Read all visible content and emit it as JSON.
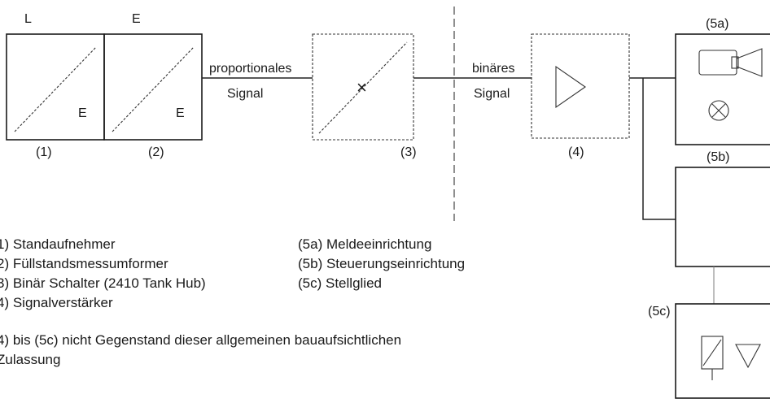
{
  "diagram": {
    "top_letters": {
      "l": "L",
      "e": "E"
    },
    "block1": {
      "output": "E",
      "number": "(1)"
    },
    "block2": {
      "output": "E",
      "number": "(2)"
    },
    "signal_proportional": {
      "line1": "proportionales",
      "line2": "Signal"
    },
    "block3": {
      "mark": "×",
      "number": "(3)"
    },
    "signal_binary": {
      "line1": "binäres",
      "line2": "Signal"
    },
    "block4": {
      "number": "(4)"
    },
    "block5a": {
      "number": "(5a)"
    },
    "block5b": {
      "number": "(5b)"
    },
    "block5c": {
      "number": "(5c)"
    }
  },
  "legend": {
    "left": [
      "1) Standaufnehmer",
      "2) Füllstandsmessumformer",
      "3) Binär Schalter (2410 Tank Hub)",
      "4) Signalverstärker"
    ],
    "right": [
      "(5a) Meldeeinrichtung",
      "(5b) Steuerungseinrichtung",
      "(5c) Stellglied"
    ]
  },
  "note": {
    "line1": "4) bis (5c) nicht Gegenstand dieser allgemeinen bauaufsichtlichen",
    "line2": "Zulassung"
  }
}
